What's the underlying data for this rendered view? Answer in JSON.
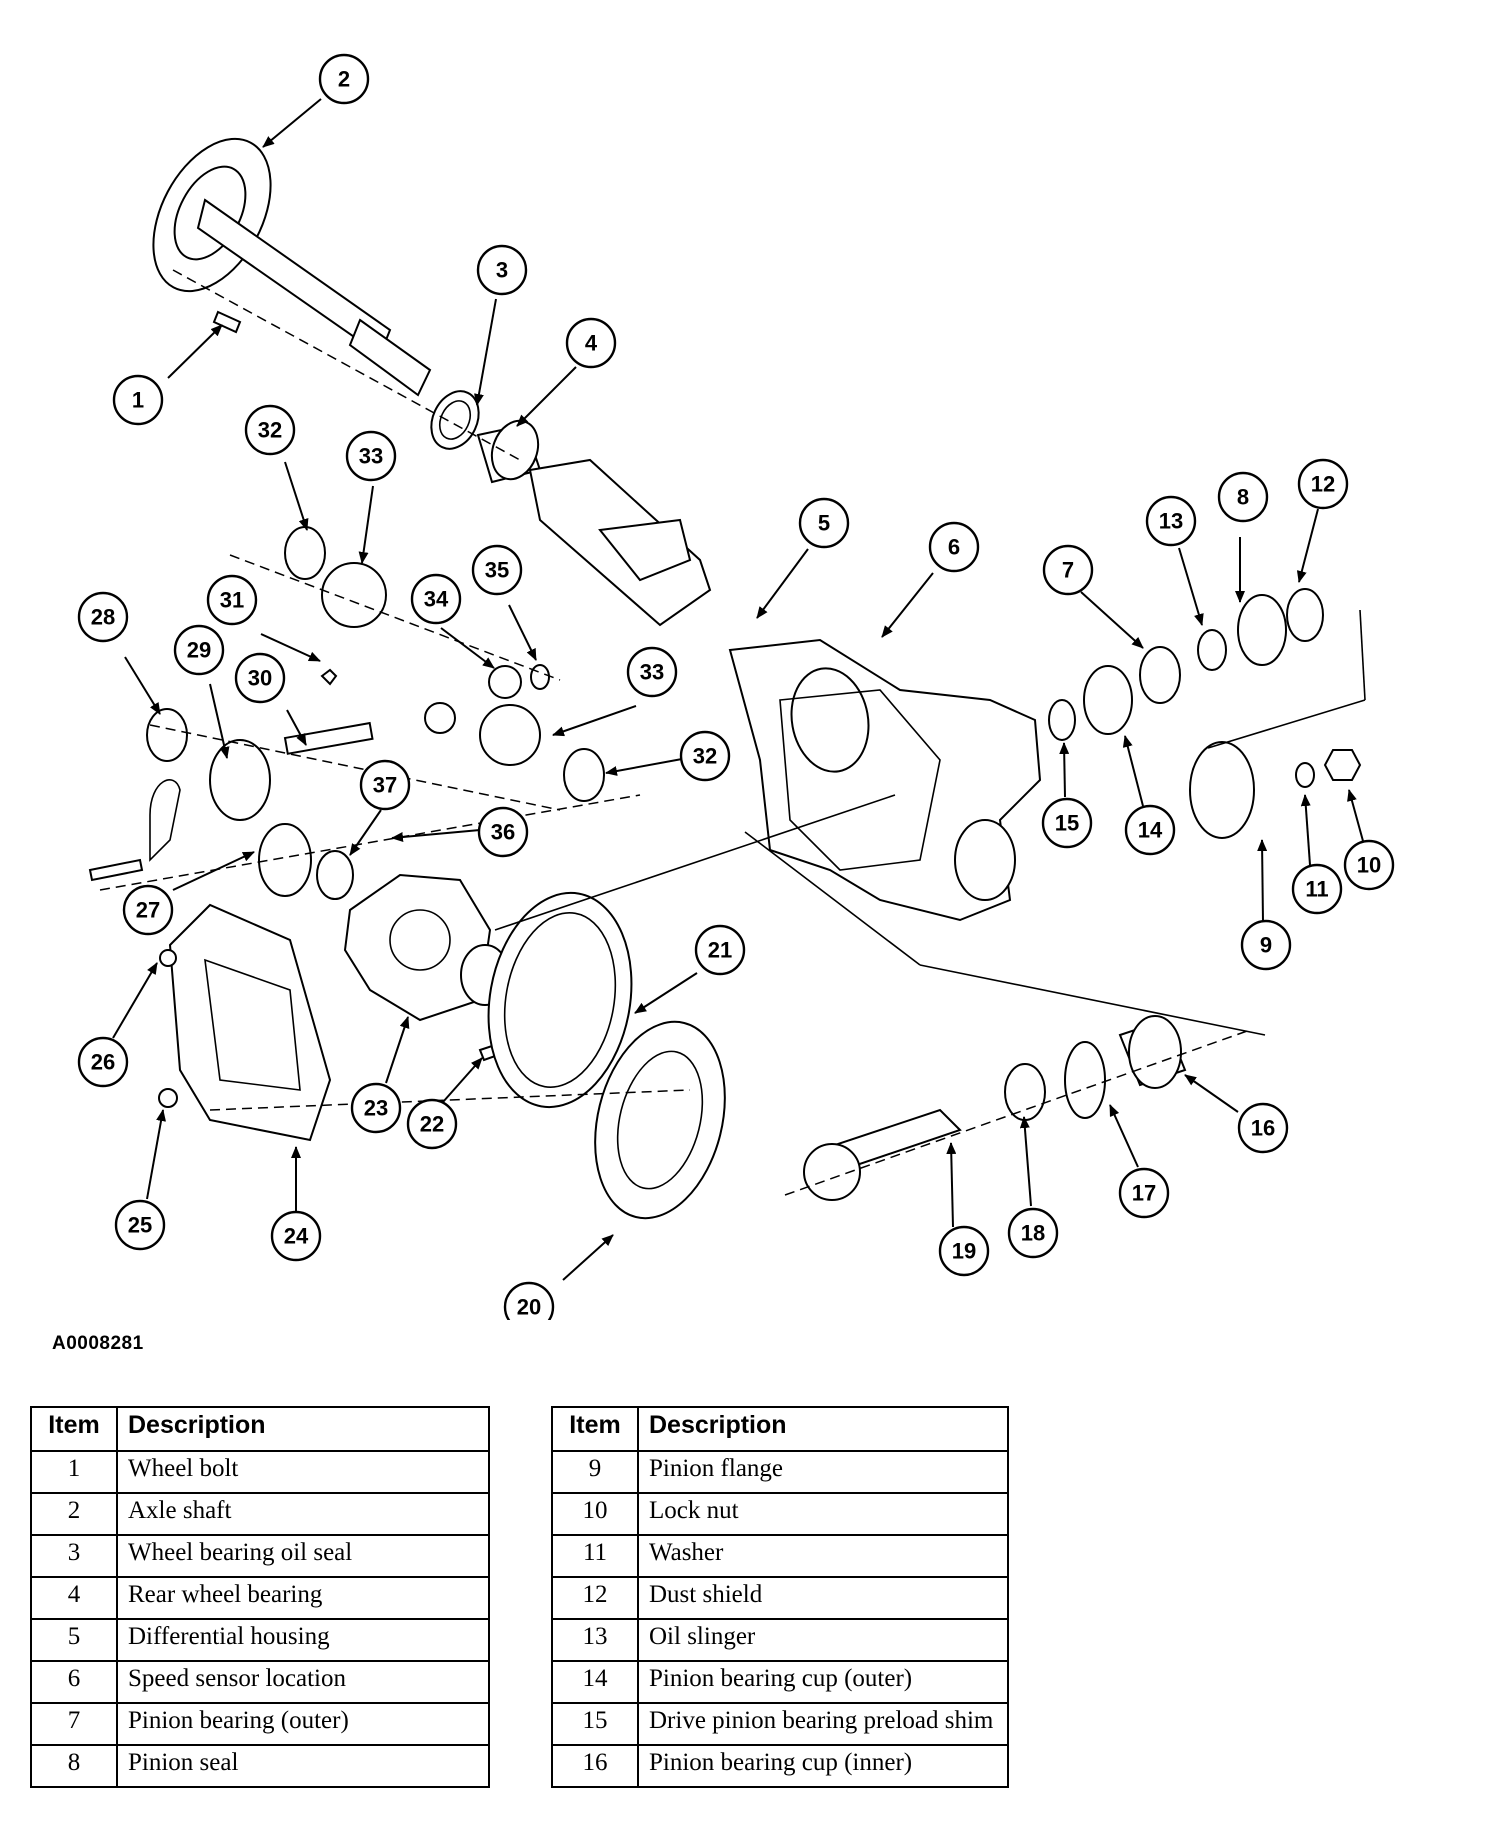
{
  "figure_id": "A0008281",
  "callouts": [
    "1",
    "2",
    "3",
    "4",
    "5",
    "6",
    "7",
    "8",
    "9",
    "10",
    "11",
    "12",
    "13",
    "14",
    "15",
    "16",
    "17",
    "18",
    "19",
    "20",
    "21",
    "22",
    "23",
    "24",
    "25",
    "26",
    "27",
    "28",
    "29",
    "30",
    "31",
    "32",
    "33",
    "34",
    "35",
    "36",
    "37"
  ],
  "table_left": {
    "headers": {
      "item": "Item",
      "description": "Description"
    },
    "rows": [
      {
        "item": "1",
        "description": "Wheel bolt"
      },
      {
        "item": "2",
        "description": "Axle shaft"
      },
      {
        "item": "3",
        "description": "Wheel bearing oil seal"
      },
      {
        "item": "4",
        "description": "Rear wheel bearing"
      },
      {
        "item": "5",
        "description": "Differential housing"
      },
      {
        "item": "6",
        "description": "Speed sensor location"
      },
      {
        "item": "7",
        "description": "Pinion bearing (outer)"
      },
      {
        "item": "8",
        "description": "Pinion seal"
      }
    ]
  },
  "table_right": {
    "headers": {
      "item": "Item",
      "description": "Description"
    },
    "rows": [
      {
        "item": "9",
        "description": "Pinion flange"
      },
      {
        "item": "10",
        "description": "Lock nut"
      },
      {
        "item": "11",
        "description": "Washer"
      },
      {
        "item": "12",
        "description": "Dust shield"
      },
      {
        "item": "13",
        "description": "Oil slinger"
      },
      {
        "item": "14",
        "description": "Pinion bearing cup (outer)"
      },
      {
        "item": "15",
        "description": "Drive pinion bearing preload shim"
      },
      {
        "item": "16",
        "description": "Pinion bearing cup (inner)"
      }
    ]
  }
}
